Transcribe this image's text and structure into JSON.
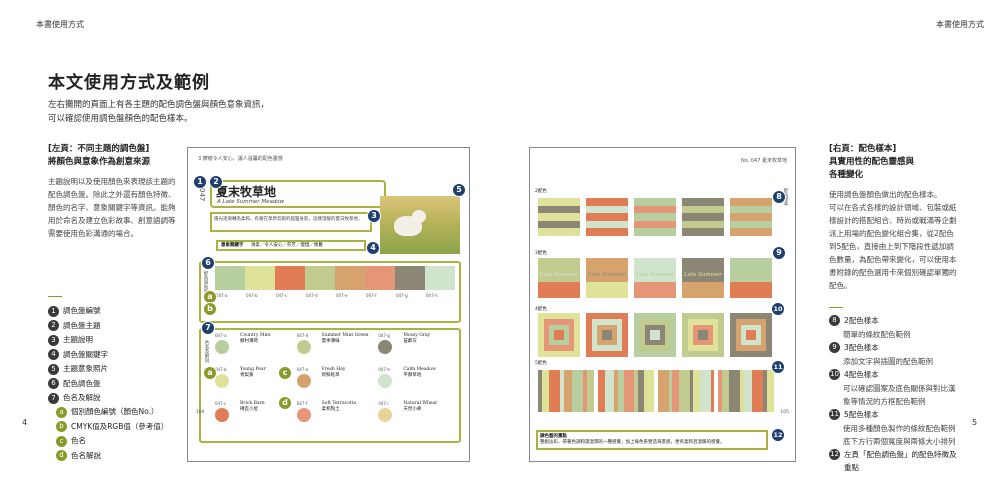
{
  "header": {
    "left": "本書使用方式",
    "right": "本書使用方式"
  },
  "page_numbers": {
    "left": "4",
    "right": "5"
  },
  "title": "本文使用方式及範例",
  "intro": [
    "左右攤開的頁面上有各主題的配色調色盤與顏色意象資訊，",
    "可以確認使用調色盤顏色的配色樣本。"
  ],
  "left_section": {
    "tag": "[左頁：不同主題的調色盤]",
    "heading": "將顏色與意象作為創意來源",
    "body": [
      "主題說明以及使用顏色來表現該主題的",
      "配色調色盤。除此之外還有顏色特徵、",
      "顏色的名字、意象關鍵字等資訊。能夠",
      "用於命名及建立色彩故事、創意語調等",
      "需要使用色彩溝通的場合。"
    ]
  },
  "left_legend": [
    {
      "n": "1",
      "label": "調色盤編號"
    },
    {
      "n": "2",
      "label": "調色盤主題"
    },
    {
      "n": "3",
      "label": "主題說明"
    },
    {
      "n": "4",
      "label": "調色盤關鍵字"
    },
    {
      "n": "5",
      "label": "主題意象照片"
    },
    {
      "n": "6",
      "label": "配色調色盤"
    },
    {
      "n": "7",
      "label": "色名及解說"
    }
  ],
  "left_legend_sub": [
    {
      "n": "a",
      "label": "個別顏色編號（顏色No.）"
    },
    {
      "n": "b",
      "label": "CMYK值及RGB值（參考值）"
    },
    {
      "n": "c",
      "label": "色名"
    },
    {
      "n": "d",
      "label": "色名解說"
    }
  ],
  "right_section": {
    "tag": "[右頁：配色樣本]",
    "heading": [
      "具實用性的配色靈感與",
      "各種變化"
    ],
    "body": [
      "使用調色盤顏色做出的配色樣本。",
      "可以在各式各樣的設計領域、包裝或紙",
      "樣設計的搭配組合、時尚或戰滿等企劃",
      "派上用場的配色變化組合集，從2配色",
      "到5配色，直接由上到下階段性遞加調",
      "色數量，為配色帶來變化，可以使用本",
      "書附錄的配色選用卡來個別確認單獨的",
      "配色。"
    ]
  },
  "right_legend": [
    {
      "n": "8",
      "label": "2配色樣本",
      "sub": "簡單的條紋配色範例"
    },
    {
      "n": "9",
      "label": "3配色樣本",
      "sub": "添加文字與插圖的配色範例"
    },
    {
      "n": "10",
      "label": "4配色樣本",
      "sub": "可以確認圖案及底色關係與對比漢\n象等情況的方框配色範例"
    },
    {
      "n": "11",
      "label": "5配色樣本",
      "sub": "使用多種顏色製作的條紋配色範例\n底下方行兩個寬度與兩條大小排列"
    },
    {
      "n": "12",
      "label": "左頁「配色調色盤」的配色特徵及\n重點",
      "sub": ""
    }
  ],
  "spread_left": {
    "running_head": "3  療癒令人安心。讓人溫馨的配色靈感",
    "number_vertical": "047",
    "theme_title": "夏末牧草地",
    "theme_subtitle": "A Late Summer Meadow",
    "desc": "陽光逐漸轉為柔和，有著在草原奔跑的狐狸身影，這樣溫暖的夏日牧草地，",
    "keywords_label": "意象關鍵字",
    "keywords": "清柔／令人安心／芬芳／慢慢／懷舊",
    "palette_label": "配色調色盤",
    "names_label": "色名及解說",
    "page_foot": "104",
    "palette": [
      {
        "code": "047-a",
        "hex": "#b7cf9e"
      },
      {
        "code": "047-b",
        "hex": "#dfe39a"
      },
      {
        "code": "047-c",
        "hex": "#e07d55"
      },
      {
        "code": "047-d",
        "hex": "#c2cb8f"
      },
      {
        "code": "047-e",
        "hex": "#d6a36e"
      },
      {
        "code": "047-f",
        "hex": "#e59677"
      },
      {
        "code": "047-g",
        "hex": "#8c8774"
      },
      {
        "code": "047-h",
        "hex": "#cfe3cd"
      }
    ],
    "names": [
      {
        "code": "047-a",
        "name": "Country Mint",
        "zh": "鄉村薄荷",
        "hex": "#b7cf9e"
      },
      {
        "code": "047-d",
        "name": "Summer Mint Green",
        "zh": "夏季薄綠",
        "hex": "#c2cb8f"
      },
      {
        "code": "047-g",
        "name": "Mossy Gray",
        "zh": "苔蘚灰",
        "hex": "#8c8774"
      },
      {
        "code": "047-b",
        "name": "Young Pear",
        "zh": "青梨黃",
        "hex": "#dfe39a"
      },
      {
        "code": "047-e",
        "name": "Fresh Hay",
        "zh": "新鮮乾草",
        "hex": "#d6a36e"
      },
      {
        "code": "047-h",
        "name": "Calm Meadow",
        "zh": "平靜草地",
        "hex": "#cfe3cd"
      },
      {
        "code": "047-c",
        "name": "Brick Barn",
        "zh": "磚瓦小屋",
        "hex": "#e07d55"
      },
      {
        "code": "047-f",
        "name": "Soft Terracotta",
        "zh": "柔和陶土",
        "hex": "#e59677"
      },
      {
        "code": "047-i",
        "name": "Natural Wheat",
        "zh": "天然小麥",
        "hex": "#e8d39a"
      }
    ]
  },
  "spread_right": {
    "running_head": "No. 047  夏末牧草地",
    "labels": [
      "2配色",
      "3配色",
      "4配色",
      "5配色"
    ],
    "vertical_label": "配色樣本",
    "late_summer": "Late Summer",
    "notes_label": "調色盤的重點",
    "notes": "整組淡彩、帶著色調和諧溫潤的一種感覺，加上綠色系營造海景感，更有柔和且溫暖的感覺。",
    "page_foot": "105"
  },
  "colors": {
    "badge_blue": "#1f3f6e",
    "olive": "#8a9a2a",
    "frame_olive": "#a9b340"
  }
}
